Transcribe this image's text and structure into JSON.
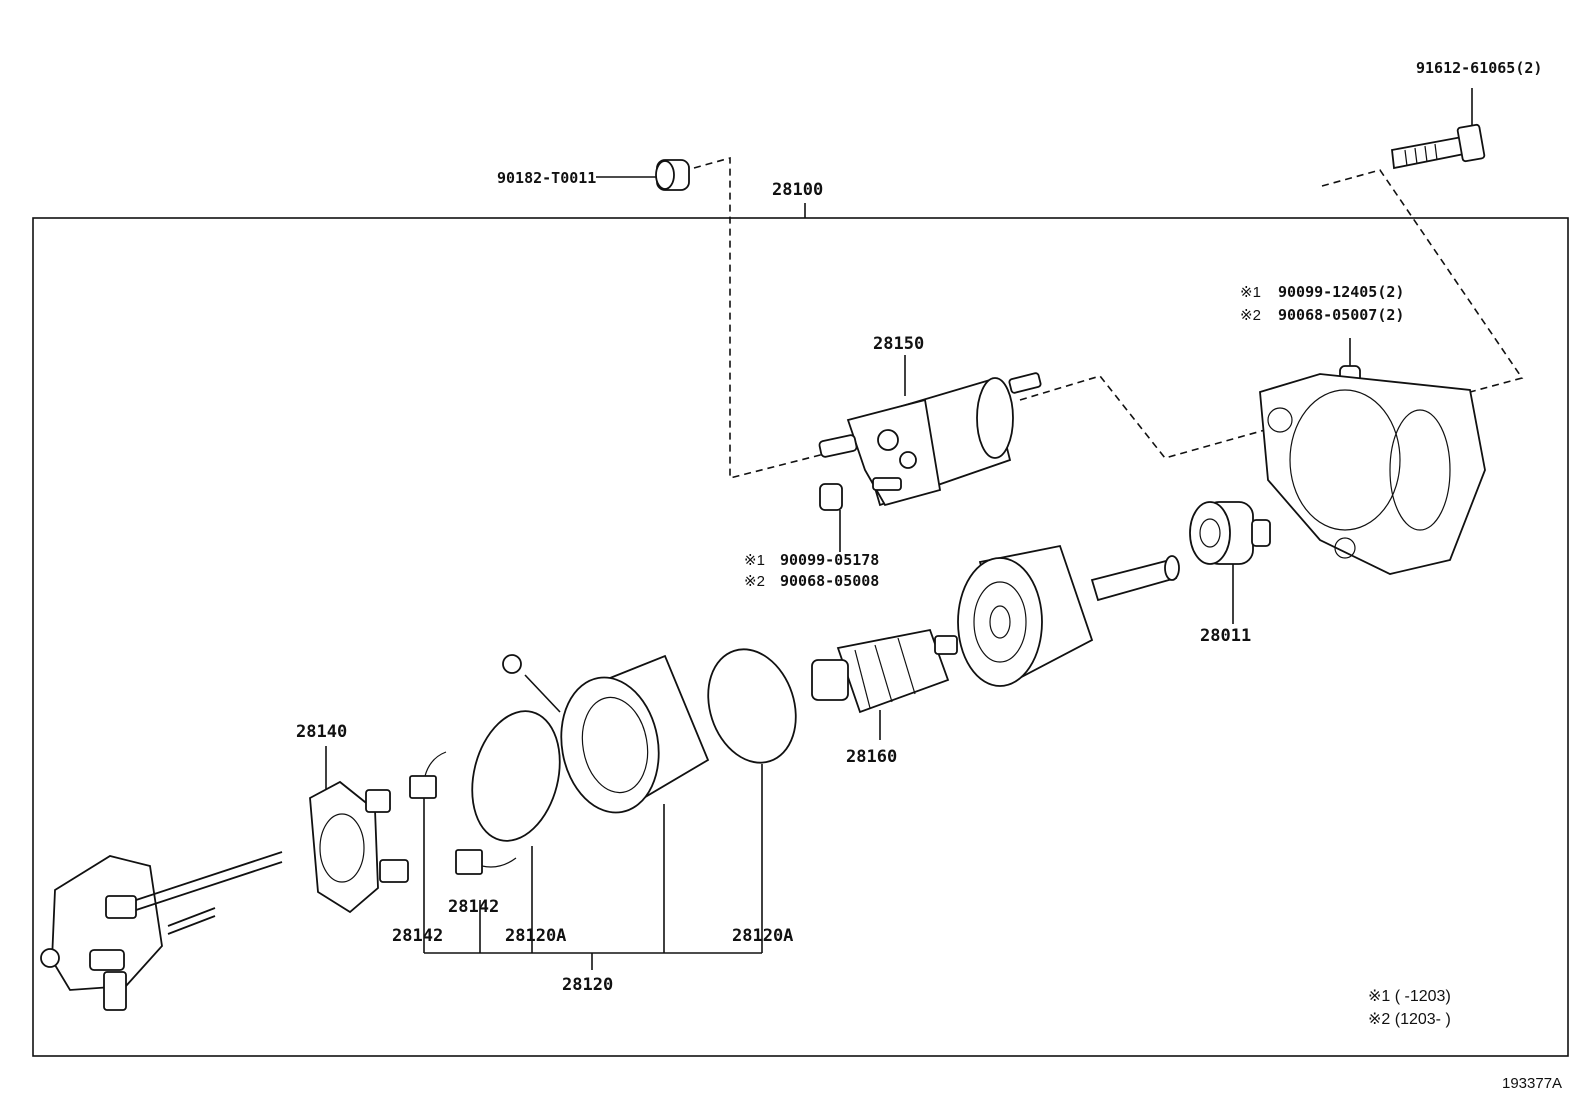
{
  "labels": {
    "bolt": "91612-61065(2)",
    "cap": "90182-T0011",
    "assembly": "28100",
    "solenoid": "28150",
    "nut_top_1": "90099-12405(2)",
    "nut_top_2": "90068-05007(2)",
    "nut_mid_1": "90099-05178",
    "nut_mid_2": "90068-05008",
    "clutch": "28011",
    "brush_holder": "28140",
    "armature": "28160",
    "brush_a": "28142",
    "brush_b": "28142",
    "oring_a": "28120A",
    "oring_b": "28120A",
    "yoke": "28120"
  },
  "markers": {
    "m1": "※1",
    "m2": "※2"
  },
  "legend": {
    "l1": "※1 (    -1203)",
    "l2": "※2 (1203-    )"
  },
  "diagram_code": "193377A"
}
